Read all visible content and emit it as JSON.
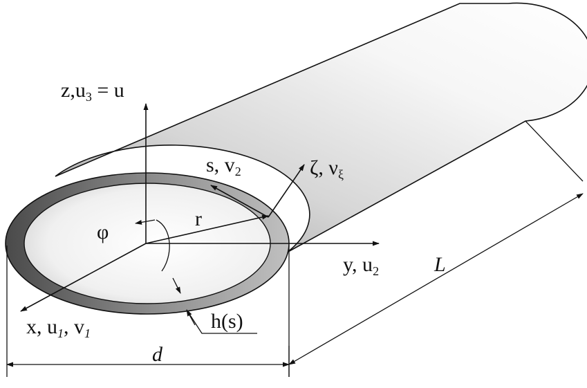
{
  "labels": {
    "z_axis": {
      "main": "z,u",
      "sub": "3",
      "tail": " = u"
    },
    "s_axis": {
      "main": "s, v",
      "sub": "2"
    },
    "zeta_axis": {
      "main": "ζ, ν",
      "sub": "ξ"
    },
    "radius": "r",
    "angle": "φ",
    "y_axis": {
      "main": "y, u",
      "sub": "2"
    },
    "x_axis": {
      "p1": "x, u",
      "sub1": "1",
      "p2": ", v",
      "sub2": "1"
    },
    "thickness": "h(s)",
    "length": "L",
    "diameter": "d"
  },
  "colors": {
    "outline": "#111111",
    "ring_dark": "#5a5a5a",
    "ring_light": "#b8b8b8",
    "surface_light": "#ffffff",
    "surface_dark": "#c9c9c9"
  }
}
